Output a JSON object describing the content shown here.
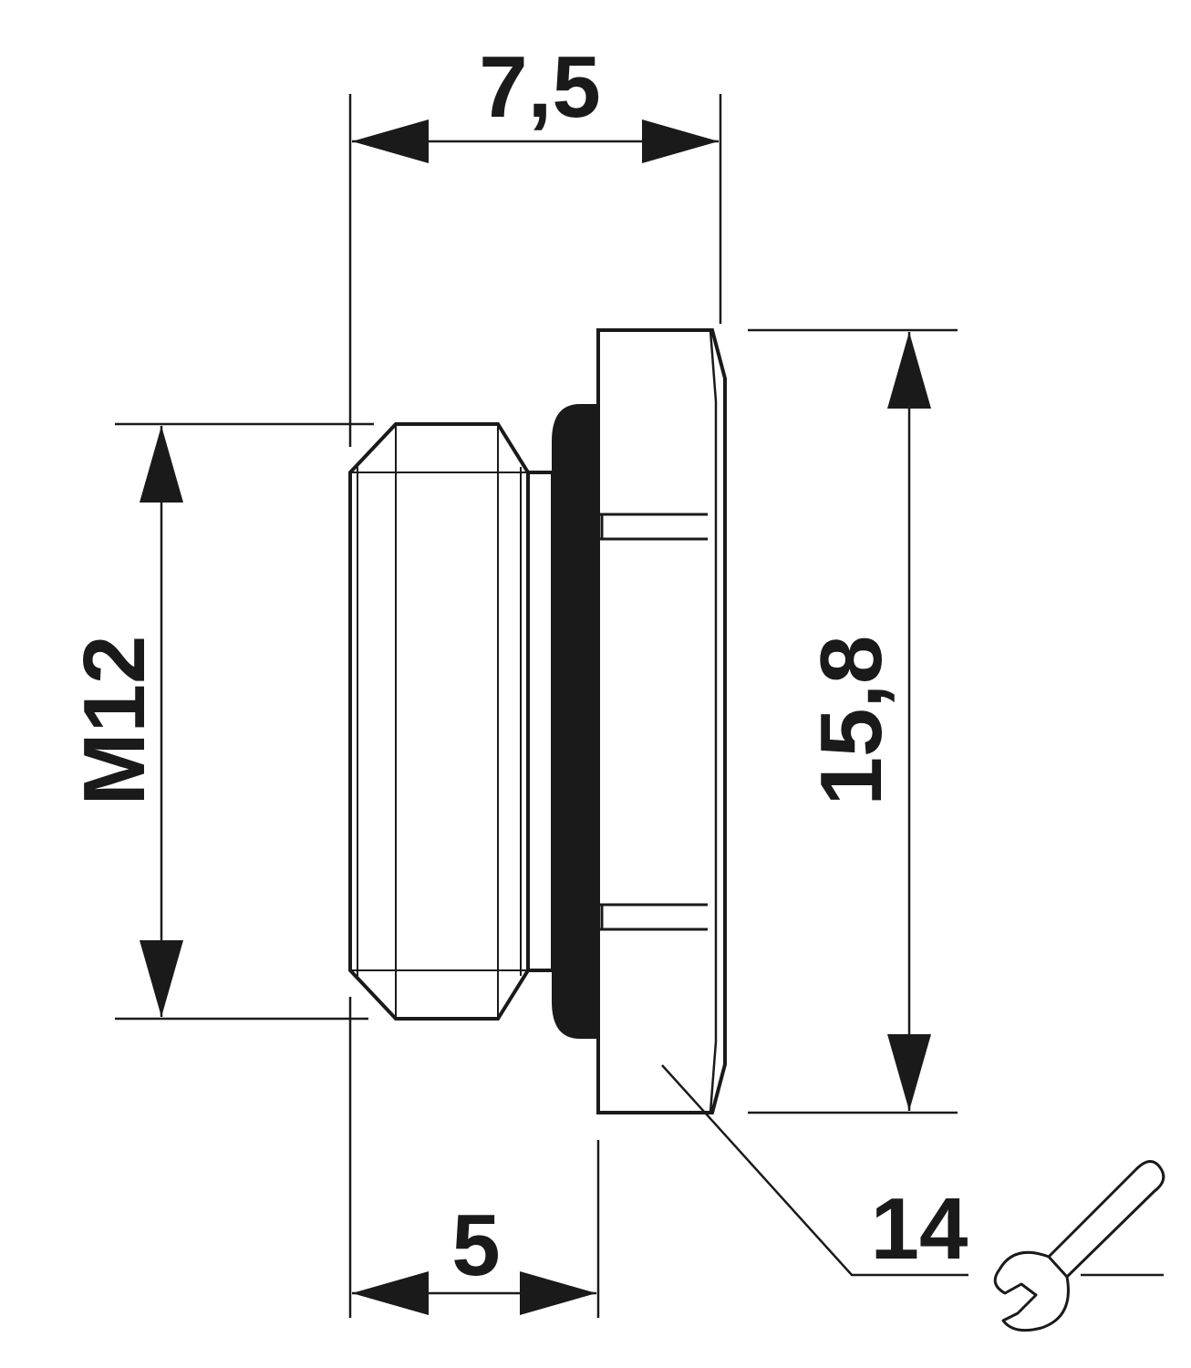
{
  "dimensions": {
    "overall_length": "7,5",
    "thread_length": "5",
    "thread_size": "M12",
    "flange_diameter": "15,8",
    "wrench_size": "14"
  },
  "icons": {
    "wrench": "wrench-icon"
  },
  "colors": {
    "line": "#1a1a1a",
    "background": "#ffffff"
  }
}
